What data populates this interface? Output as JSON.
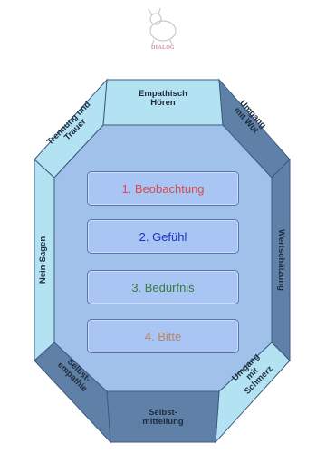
{
  "logo": {
    "name": "DIALOG",
    "subtitle": ""
  },
  "colors": {
    "side_light": "#b3e2f2",
    "side_dark": "#5f81a8",
    "center": "#9fc1ea",
    "outline": "#3f5a80"
  },
  "sections": {
    "top": "Empathisch\nHören",
    "top_right": "Umgang\nmit Wut",
    "right": "Wertschätzung",
    "bottom_right": "Umgang\nmit\nSchmerz",
    "bottom": "Selbst-\nmitteilung",
    "bottom_left": "Selbst-\nempathie",
    "left": "Nein-Sagen",
    "top_left": "Trennung und\nTrauer"
  },
  "steps": [
    {
      "label": "1. Beobachtung",
      "color": "#d94a4a"
    },
    {
      "label": "2. Gefühl",
      "color": "#1a33c8"
    },
    {
      "label": "3. Bedürfnis",
      "color": "#3d7a3d"
    },
    {
      "label": "4. Bitte",
      "color": "#b9866a"
    }
  ]
}
